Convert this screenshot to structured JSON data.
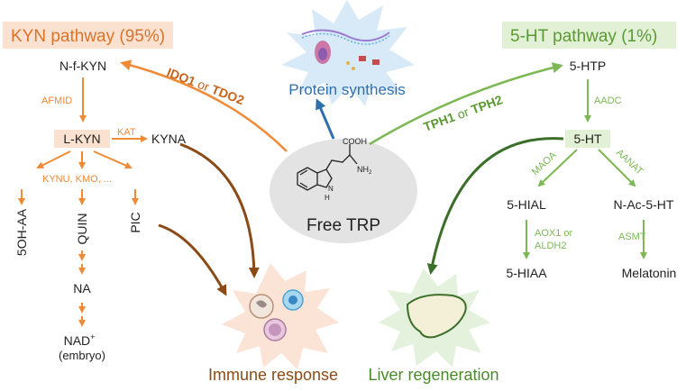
{
  "colors": {
    "kyn": "#ef8a36",
    "kyn_dark": "#c9631a",
    "kyn_bg": "#fbe1cf",
    "ht": "#7cb854",
    "ht_dark": "#4f8a2c",
    "ht_bg": "#e2f0d5",
    "protein": "#2f6fae",
    "immune": "#8a4b17",
    "liver": "#3c6f2a"
  },
  "kyn": {
    "title": "KYN pathway (95%)",
    "nfkyn": "N-f-KYN",
    "afmid": "AFMID",
    "lkyn": "L-KYN",
    "kat": "KAT",
    "kyna": "KYNA",
    "kynu_kmo": "KYNU, KMO, ...",
    "ohaa": "5OH-AA",
    "quin": "QUIN",
    "pic": "PIC",
    "na": "NA",
    "nad": "NAD",
    "nad_sup": "+",
    "embryo": "(embryo)",
    "enz1": "IDO1",
    "enz_or": "or",
    "enz2": "TDO2"
  },
  "ht": {
    "title": "5-HT pathway (1%)",
    "htp": "5-HTP",
    "aadc": "AADC",
    "ht": "5-HT",
    "maoa": "MAOA",
    "aanat": "AANAT",
    "hial": "5-HIAL",
    "nac": "N-Ac-5-HT",
    "aox1": "AOX1 or",
    "aldh2": "ALDH2",
    "asmt": "ASMT",
    "hiaa": "5-HIAA",
    "melatonin": "Melatonin",
    "enz1": "TPH1",
    "enz_or": "or",
    "enz2": "TPH2"
  },
  "center": {
    "label": "Free TRP",
    "cooh": "COOH",
    "nh2": "NH",
    "nh2_sub": "2",
    "h": "H",
    "n": "N"
  },
  "protein": {
    "label": "Protein synthesis"
  },
  "immune": {
    "label": "Immune response"
  },
  "liver": {
    "label": "Liver regeneration"
  }
}
